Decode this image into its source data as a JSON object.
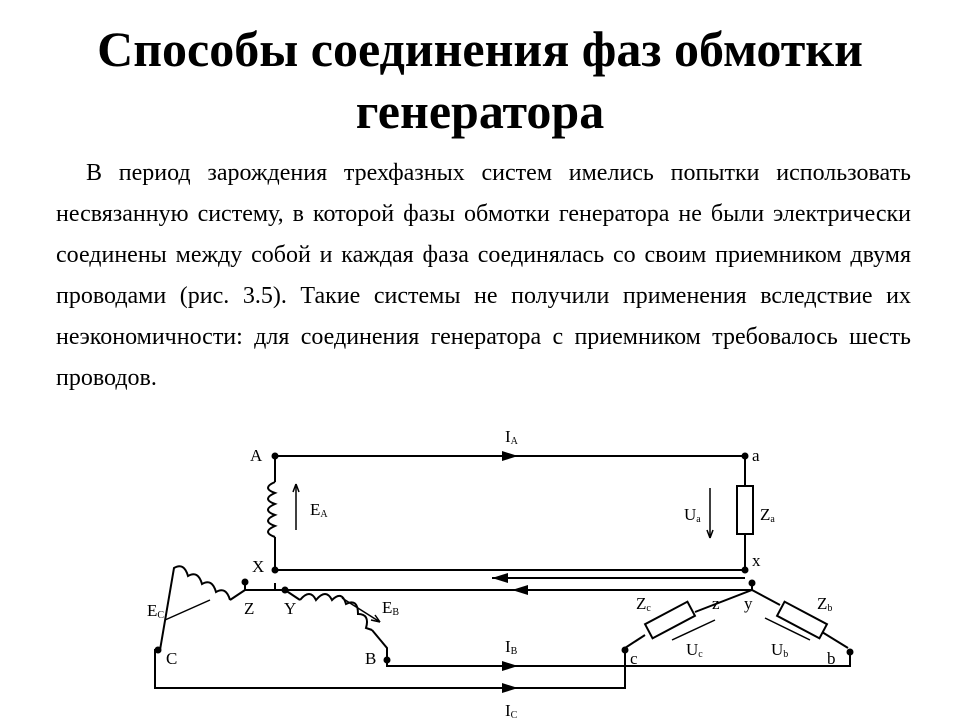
{
  "slide": {
    "title_line1": "Способы соединения фаз обмотки",
    "title_line2": "генератора",
    "paragraph": "В период зарождения трехфазных систем имелись попытки использовать несвязанную систему, в которой фазы обмотки генератора не были электрически соединены между собой и каждая фаза соединялась со своим приемником двумя проводами (рис. 3.5). Такие системы не получили применения вследствие их неэкономичности: для соединения генератора с приемником требовалось шесть проводов."
  },
  "diagram": {
    "terminals": {
      "A": "A",
      "X": "X",
      "a": "a",
      "x": "x",
      "C": "C",
      "Z": "Z",
      "Y": "Y",
      "B": "B",
      "c": "c",
      "z": "z",
      "y": "y",
      "b": "b"
    },
    "currents": {
      "IA": {
        "base": "I",
        "sub": "A"
      },
      "IB": {
        "base": "I",
        "sub": "B"
      },
      "IC": {
        "base": "I",
        "sub": "C"
      }
    },
    "emfs": {
      "EA": {
        "base": "E",
        "sub": "A"
      },
      "EB": {
        "base": "E",
        "sub": "B"
      },
      "EC": {
        "base": "E",
        "sub": "C"
      }
    },
    "voltages": {
      "Ua": {
        "base": "U",
        "sub": "a"
      },
      "Ub": {
        "base": "U",
        "sub": "b"
      },
      "Uc": {
        "base": "U",
        "sub": "c"
      }
    },
    "loads": {
      "Za": {
        "base": "Z",
        "sub": "a"
      },
      "Zb": {
        "base": "Z",
        "sub": "b"
      },
      "Zc": {
        "base": "Z",
        "sub": "c"
      }
    }
  }
}
